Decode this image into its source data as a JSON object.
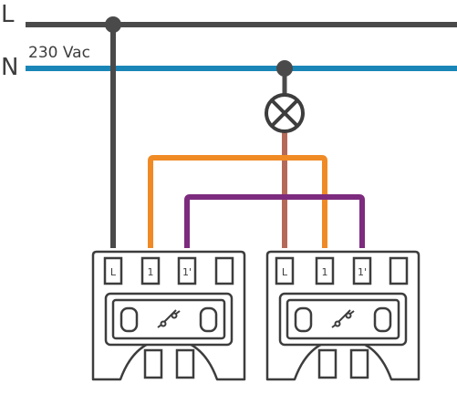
{
  "lines": {
    "phase_label": "L",
    "neutral_label": "N",
    "voltage_label": "230 Vac"
  },
  "switches": [
    {
      "terminals": [
        "L",
        "1",
        "1'"
      ]
    },
    {
      "terminals": [
        "L",
        "1",
        "1'"
      ]
    }
  ],
  "colors": {
    "phase": "#4a4a4a",
    "neutral": "#1a86b8",
    "traveler_1": "#f08a24",
    "traveler_2": "#7d2b7e",
    "lamp_return": "#b56a58",
    "outline": "#3d3d3d"
  }
}
